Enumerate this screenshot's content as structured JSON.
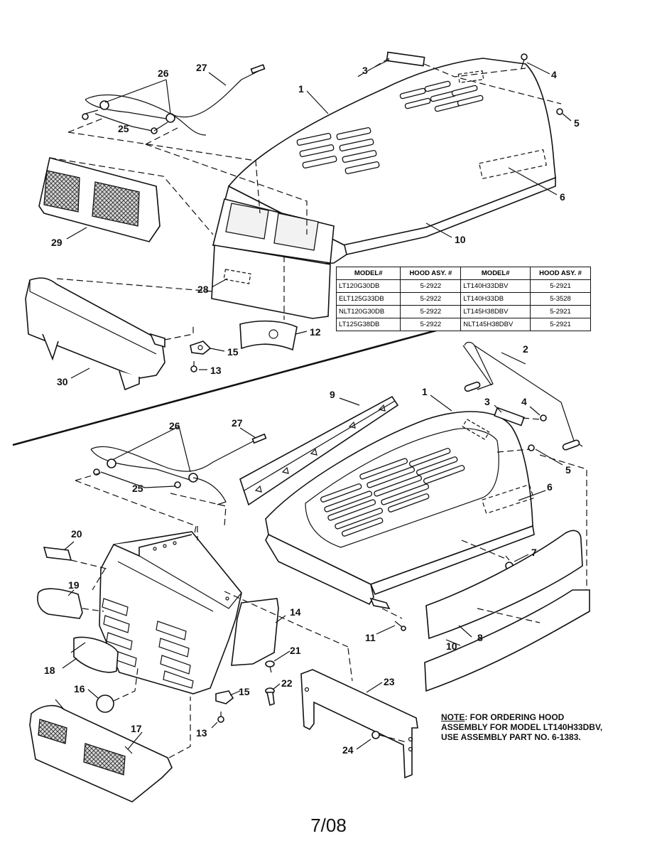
{
  "callouts": {
    "top": {
      "n1": "1",
      "n3": "3",
      "n4": "4",
      "n5": "5",
      "n6": "6",
      "n10": "10",
      "n12": "12",
      "n13": "13",
      "n15": "15",
      "n25": "25",
      "n26": "26",
      "n27": "27",
      "n28": "28",
      "n29": "29",
      "n30": "30"
    },
    "bottom": {
      "n1": "1",
      "n2": "2",
      "n3": "3",
      "n4": "4",
      "n5": "5",
      "n6": "6",
      "n7": "7",
      "n8": "8",
      "n9": "9",
      "n10": "10",
      "n11": "11",
      "n13": "13",
      "n14": "14",
      "n15": "15",
      "n16": "16",
      "n17": "17",
      "n18": "18",
      "n19": "19",
      "n20": "20",
      "n21": "21",
      "n22": "22",
      "n23": "23",
      "n24": "24",
      "n25": "25",
      "n26": "26",
      "n27": "27"
    }
  },
  "model_table": {
    "headers": [
      "MODEL#",
      "HOOD ASY. #",
      "MODEL#",
      "HOOD ASY. #"
    ],
    "rows": [
      [
        "LT120G30DB",
        "5-2922",
        "LT140H33DBV",
        "5-2921"
      ],
      [
        "ELT125G33DB",
        "5-2922",
        "LT140H33DB",
        "5-3528"
      ],
      [
        "NLT120G30DB",
        "5-2922",
        "LT145H38DBV",
        "5-2921"
      ],
      [
        "LT125G38DB",
        "5-2922",
        "NLT145H38DBV",
        "5-2921"
      ]
    ]
  },
  "note": {
    "label": "NOTE",
    "text": ": FOR ORDERING HOOD ASSEMBLY FOR MODEL LT140H33DBV, USE ASSEMBLY PART NO. 6-1383."
  },
  "page_number": "7/08"
}
